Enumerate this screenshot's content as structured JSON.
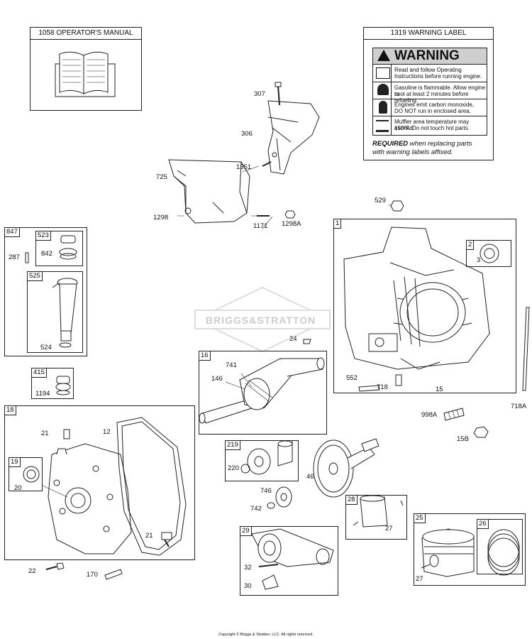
{
  "manual_box": {
    "title": "1058 OPERATOR'S MANUAL"
  },
  "warning_box": {
    "title": "1319 WARNING LABEL",
    "heading": "WARNING",
    "lines": [
      "Read and follow Operating",
      "Instructions before running engine.",
      "Gasoline is flammable. Allow engine to",
      "cool at least 2 minutes before refueling.",
      "Engines emit carbon monoxide,",
      "DO NOT run in enclosed area.",
      "Muffler area temperature may exceed",
      "150°F.  Do not touch hot parts."
    ],
    "required_bold": "REQUIRED",
    "required_rest": " when replacing parts",
    "required_line2": "with warning labels affixed."
  },
  "watermark": "BRIGGS&STRATTON",
  "part_labels": {
    "p307": "307",
    "p306": "306",
    "p725": "725",
    "p1351": "1351",
    "p1298": "1298",
    "p1171": "1171",
    "p1298A": "1298A",
    "p529": "529",
    "p847": "847",
    "p523": "523",
    "p287": "287",
    "p842": "842",
    "p525": "525",
    "p524": "524",
    "p1": "1",
    "p2": "2",
    "p3": "3",
    "p24": "24",
    "p16": "16",
    "p741": "741",
    "p146": "146",
    "p552": "552",
    "p718": "718",
    "p15": "15",
    "p718A": "718A",
    "p415": "415",
    "p1194": "1194",
    "p18": "18",
    "p21a": "21",
    "p12": "12",
    "p19": "19",
    "p20": "20",
    "p21b": "21",
    "p22": "22",
    "p170": "170",
    "p998A": "998A",
    "p15B": "15B",
    "p219": "219",
    "p220": "220",
    "p46": "46",
    "p746": "746",
    "p742": "742",
    "p28": "28",
    "p27a": "27",
    "p25": "25",
    "p26": "26",
    "p27b": "27",
    "p29": "29",
    "p32": "32",
    "p30": "30"
  },
  "copyright": "Copyright © Briggs & Stratton, LLC. All rights reserved."
}
